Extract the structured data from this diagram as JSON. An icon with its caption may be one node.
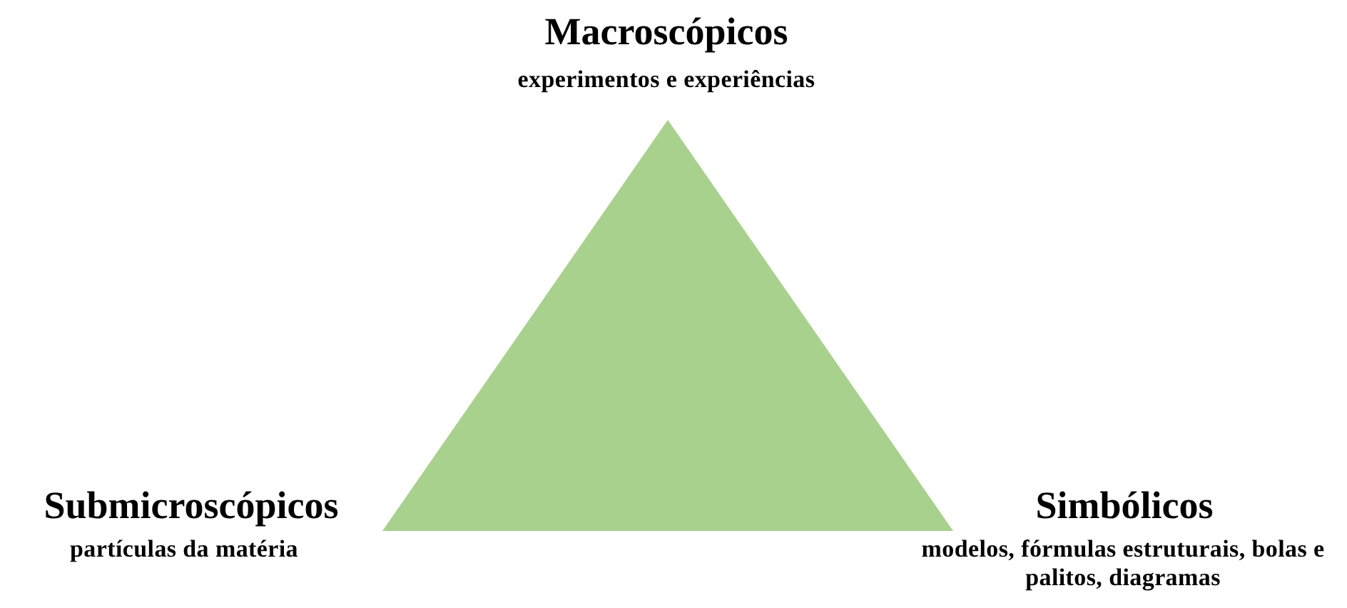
{
  "diagram": {
    "nodes": [
      {
        "text": [],
        "shape": "triangle"
      }
    ],
    "labels": [
      "Macroscópicos",
      "experimentos e experiências",
      "Submicroscópicos",
      "partículas da matéria",
      "Simbólicos",
      "modelos, fórmulas estruturais, bolas e palitos, diagramas"
    ]
  }
}
